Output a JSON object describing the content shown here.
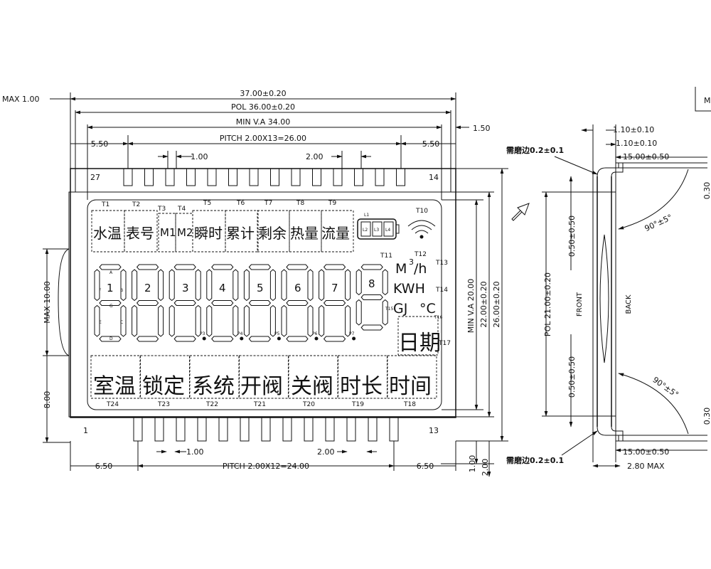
{
  "dims": {
    "overall_width": "37.00±0.20",
    "pol_width": "POL 36.00±0.20",
    "view_area_width": "MIN V.A 34.00",
    "pitch_top": "PITCH 2.00X13=26.00",
    "pitch_bottom": "PITCH 2.00X12=24.00",
    "top_left_offset": "5.50",
    "top_right_offset": "5.50",
    "bottom_left_offset": "6.50",
    "bottom_right_offset": "6.50",
    "pin_width_top": "1.00",
    "pin_pitch_top": "2.00",
    "pin_width_bottom": "1.00",
    "pin_pitch_bottom": "2.00",
    "right_margin": "1.50",
    "max_top": "MAX 1.00",
    "max_left": "MAX 10.00",
    "left_height": "8.00",
    "view_area_height": "MIN V.A 20.00",
    "pol_height": "22.00±0.20",
    "overall_height": "26.00±0.20",
    "bottom_small_1": "1.00",
    "bottom_small_2": "2.00"
  },
  "pins": {
    "top_left": "27",
    "top_right": "14",
    "bottom_left": "1",
    "bottom_right": "13"
  },
  "top_labels": [
    "T1",
    "T2",
    "T3",
    "T4",
    "T5",
    "T6",
    "T7",
    "T8",
    "T9",
    "T10"
  ],
  "top_chars": [
    "水温",
    "表号",
    "M1",
    "M2",
    "瞬时",
    "累计",
    "剩余",
    "热量",
    "流量"
  ],
  "battery_labels": [
    "L1",
    "L2",
    "L3",
    "L4"
  ],
  "digits": [
    "1",
    "2",
    "3",
    "4",
    "5",
    "6",
    "7",
    "8"
  ],
  "segments": [
    "A",
    "F",
    "B",
    "G",
    "E",
    "C",
    "D"
  ],
  "points": [
    "P3",
    "P4",
    "P5",
    "P6",
    "P7"
  ],
  "units": {
    "m3h_m": "M",
    "m3h_sup": "3",
    "m3h_h": "/h",
    "kwh": "KWH",
    "gj": "GJ",
    "celsius": "°C",
    "riqi": "日期"
  },
  "right_labels": [
    "T11",
    "T12",
    "T13",
    "T14",
    "T15",
    "T16",
    "T17"
  ],
  "bottom_chars": [
    "室温",
    "锁定",
    "系统",
    "开阀",
    "关阀",
    "时长",
    "时间"
  ],
  "bottom_labels": [
    "T24",
    "T23",
    "T22",
    "T21",
    "T20",
    "T19",
    "T18"
  ],
  "side": {
    "d1": "1.10±0.10",
    "d2": "1.10±0.10",
    "d3": "15.00±0.50",
    "d4": "15.00±0.50",
    "d5": "2.80 MAX",
    "d6": "0.30",
    "d7": "0.30",
    "angle_top": "90°±5°",
    "angle_bottom": "90°±5°",
    "pol_height": "POL 21.00±0.20",
    "edge_top": "0.50±0.50",
    "edge_bottom": "0.50±0.50",
    "front": "FRONT",
    "back": "BACK",
    "note_top": "需磨边0.2±0.1",
    "note_bottom": "需磨边0.2±0.1",
    "corner": "M"
  }
}
